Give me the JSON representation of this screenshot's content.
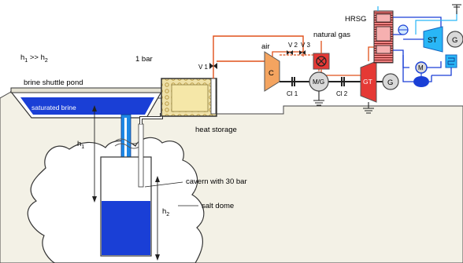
{
  "labels": {
    "relation_h1": "h",
    "relation_h1_sub": "1",
    "relation_op": " >> h",
    "relation_h2_sub": "2",
    "pressure_surface": "1 bar",
    "valve_v1": "V 1",
    "air": "air",
    "valve_v2": "V 2",
    "valve_v3": "V 3",
    "natural_gas": "natural gas",
    "hrsg": "HRSG",
    "compressor": "C",
    "motor_generator": "M/G",
    "clutch_1": "Cl 1",
    "clutch_2": "Cl 2",
    "gas_turbine": "GT",
    "generator_gt": "G",
    "steam_turbine": "ST",
    "generator_st": "G",
    "pump_motor": "M",
    "pond": "brine shuttle pond",
    "brine": "saturated brine",
    "heat_storage": "heat storage",
    "depth_h1": "h",
    "depth_h1_sub": "1",
    "depth_h2": "h",
    "depth_h2_sub": "2",
    "cavern": "cavern with 30 bar",
    "salt_dome": "salt dome"
  },
  "colors": {
    "brine_blue": "#1a3fd6",
    "brine_light": "#1e88e5",
    "air_line": "#e0501a",
    "gas_red": "#e53935",
    "compressor_orange": "#f4a460",
    "st_blue": "#29b6f6",
    "ground": "#f3f1e6",
    "storage_fill": "#e8d79a",
    "storage_dots": "#c8b060"
  },
  "icons": {
    "valve": "bowtie-valve-icon",
    "shaft_ground": "ground-icon",
    "gas_valve": "circle-x-icon"
  }
}
